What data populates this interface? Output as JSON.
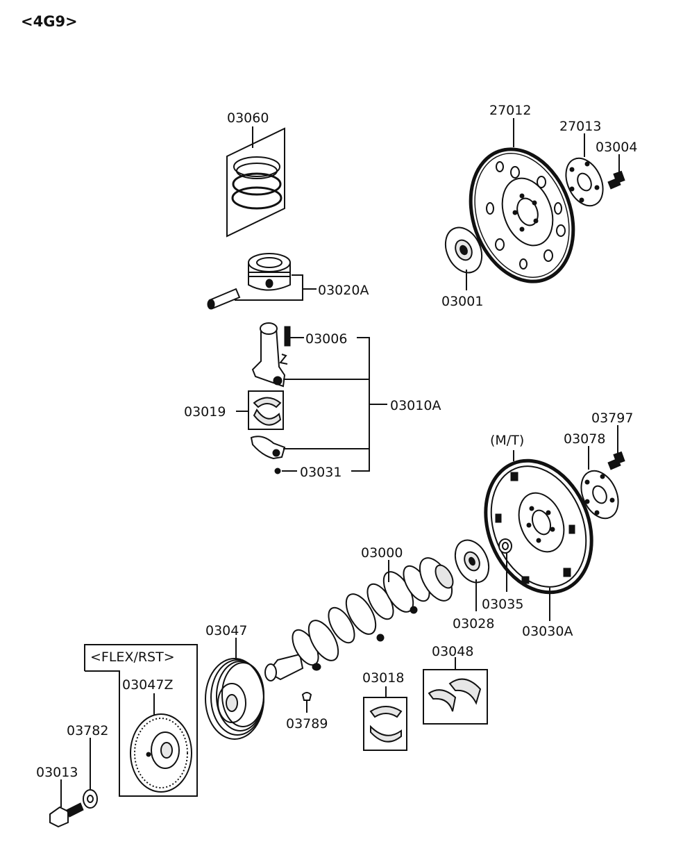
{
  "title": "<4G9>",
  "groups": {
    "mt": "(M/T)",
    "flex_rst": "<FLEX/RST>"
  },
  "parts": {
    "p03060": "03060",
    "p03020A": "03020A",
    "p03006": "03006",
    "p03019": "03019",
    "p03010A": "03010A",
    "p03031": "03031",
    "p27012": "27012",
    "p27013": "27013",
    "p03004": "03004",
    "p03001": "03001",
    "p03797": "03797",
    "p03078": "03078",
    "p03000": "03000",
    "p03035": "03035",
    "p03028": "03028",
    "p03030A": "03030A",
    "p03047": "03047",
    "p03047Z": "03047Z",
    "p03048": "03048",
    "p03018": "03018",
    "p03789": "03789",
    "p03782": "03782",
    "p03013": "03013"
  }
}
